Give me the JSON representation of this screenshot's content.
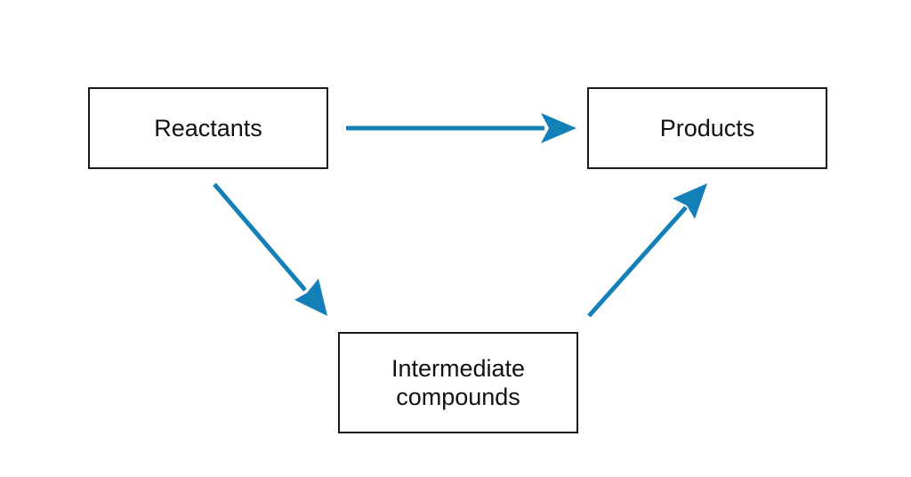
{
  "diagram": {
    "nodes": {
      "reactants": "Reactants",
      "products": "Products",
      "intermediate": "Intermediate\ncompounds"
    },
    "edges": [
      {
        "from": "Reactants",
        "to": "Products"
      },
      {
        "from": "Reactants",
        "to": "Intermediate compounds"
      },
      {
        "from": "Intermediate compounds",
        "to": "Products"
      }
    ],
    "colors": {
      "arrow": "#1380b8",
      "box_border": "#1a1a1a",
      "text": "#111111"
    }
  }
}
